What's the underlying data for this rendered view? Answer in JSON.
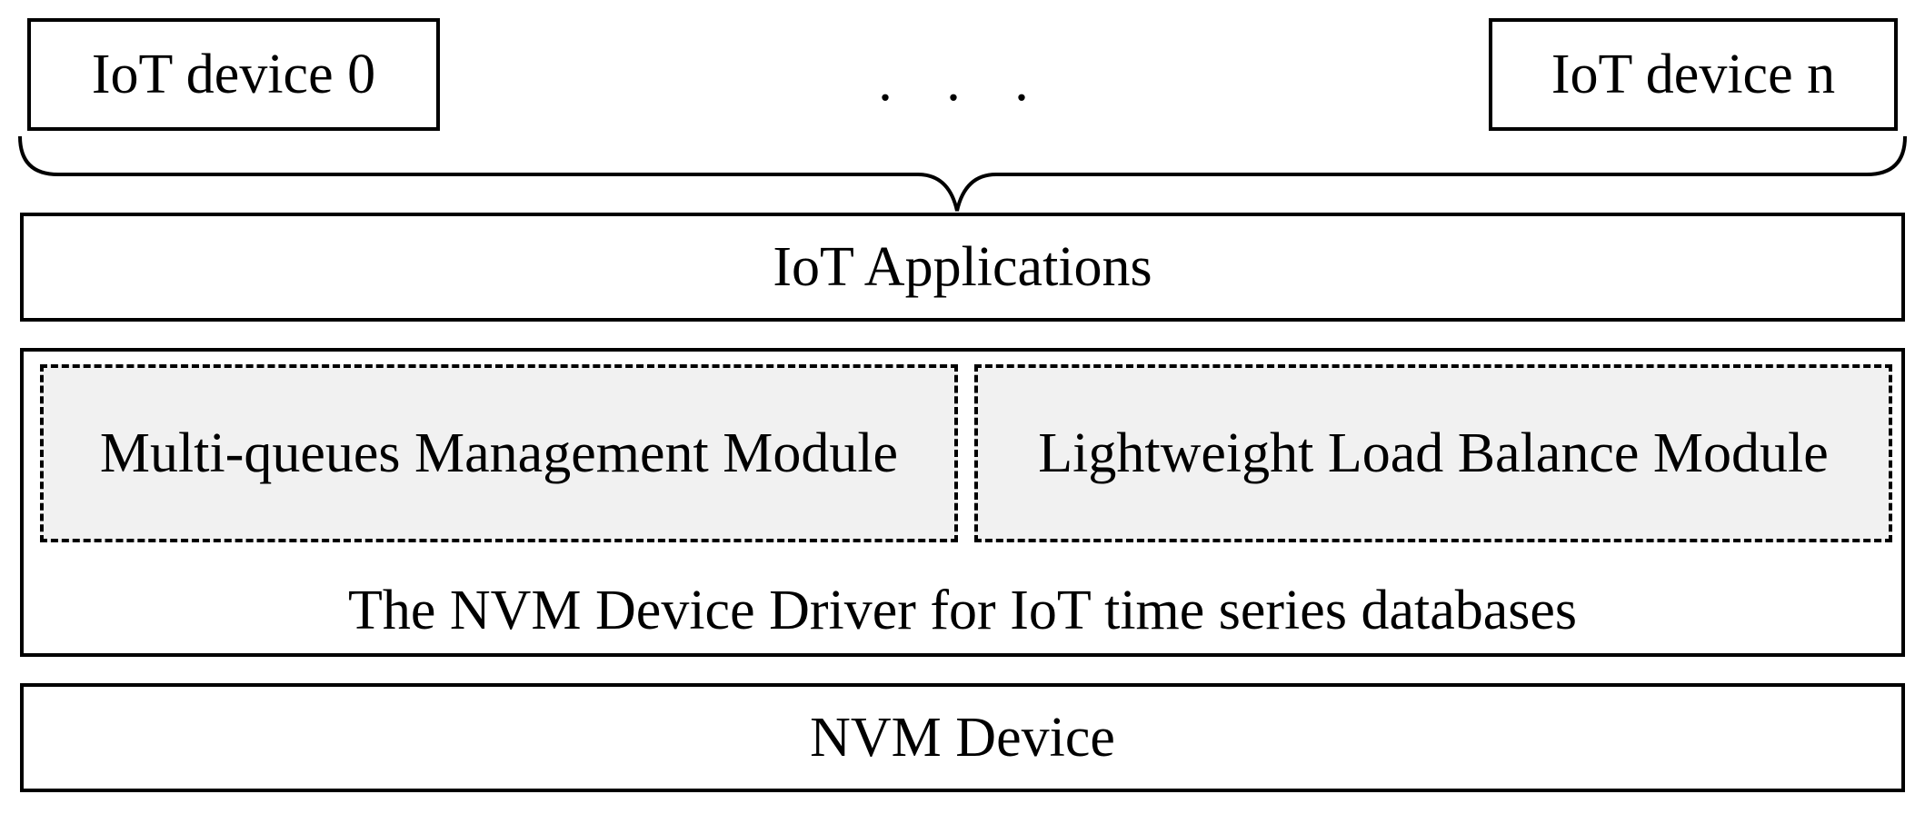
{
  "devices": {
    "first_label": "IoT device 0",
    "ellipsis": ". . .",
    "last_label": "IoT device n"
  },
  "layers": {
    "applications_label": "IoT Applications",
    "driver": {
      "modules": [
        {
          "label": "Multi-queues Management Module"
        },
        {
          "label": "Lightweight Load Balance Module"
        }
      ],
      "label": "The NVM Device Driver for IoT time series databases"
    },
    "device_label": "NVM Device"
  },
  "colors": {
    "stroke": "#000000",
    "module_fill": "#f1f1f1",
    "background": "#ffffff"
  }
}
